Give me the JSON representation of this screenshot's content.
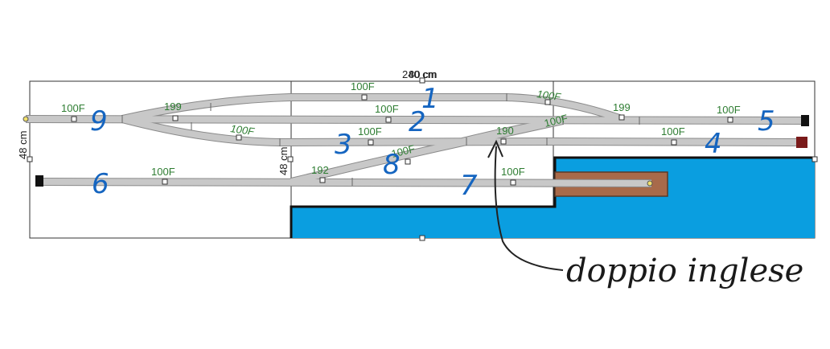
{
  "layout": {
    "width_label": "240 cm",
    "width_label_overlap": "80 cm",
    "height_label_left": "48 cm",
    "height_label_mid": "48 cm"
  },
  "track_parts": {
    "flex_100f": "100F",
    "turnout_199": "199",
    "turnout_190": "190",
    "turnout_192": "192"
  },
  "track_numbers": [
    "1",
    "2",
    "3",
    "4",
    "5",
    "6",
    "7",
    "8",
    "9"
  ],
  "annotation": {
    "text": "doppio inglese"
  },
  "colors": {
    "track": "#c8c8c8",
    "water": "#0a9ee0",
    "dock": "#a86a4a",
    "handwriting": "#1565c0",
    "part_label": "#2e7d32"
  }
}
